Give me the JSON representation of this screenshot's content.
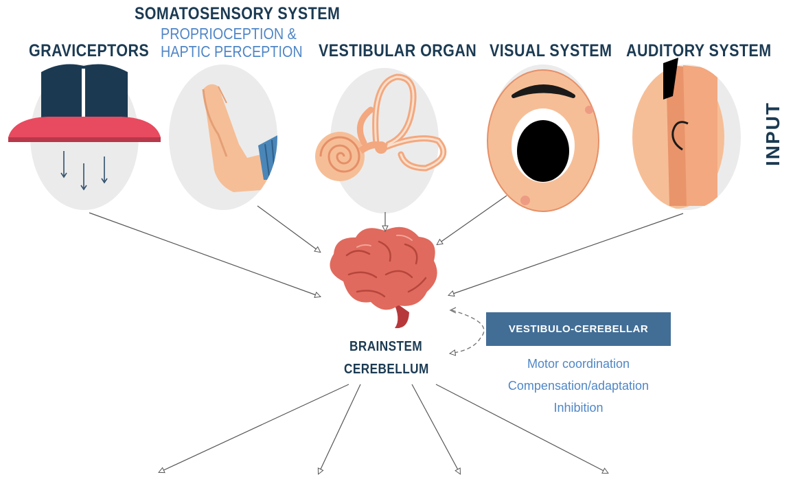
{
  "labels": {
    "graviceptors": "GRAVICEPTORS",
    "somatosensory": "SOMATOSENSORY SYSTEM",
    "somatosensory_sub_1": "PROPRIOCEPTION &",
    "somatosensory_sub_2": "HAPTIC PERCEPTION",
    "vestibular": "VESTIBULAR ORGAN",
    "visual": "VISUAL SYSTEM",
    "auditory": "AUDITORY SYSTEM",
    "input": "INPUT",
    "brainstem": "BRAINSTEM",
    "cerebellum": "CEREBELLUM",
    "vestibulo_cerebellar": "VESTIBULO-CEREBELLAR"
  },
  "functions": [
    "Motor coordination",
    "Compensation/adaptation",
    "Inhibition"
  ],
  "colors": {
    "dark_navy": "#1b3a52",
    "light_blue_text": "#4f86c6",
    "box_blue": "#426e96",
    "circle_gray": "#ebebeb",
    "skin": "#f6be96",
    "brain_red": "#e06a5d",
    "cushion_red": "#e84a5f"
  },
  "icons": [
    "book-icon",
    "hand-icon",
    "inner-ear-icon",
    "eye-icon",
    "ear-icon",
    "brain-icon"
  ]
}
